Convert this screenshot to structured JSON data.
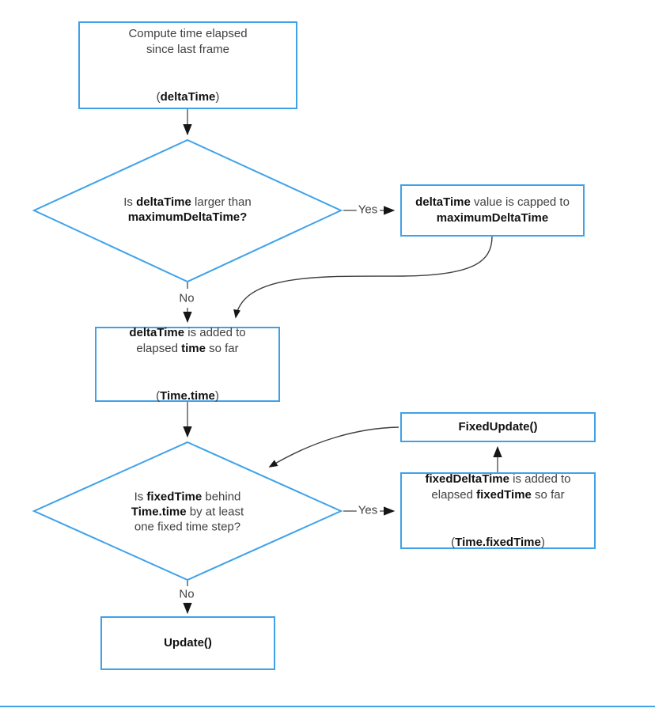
{
  "colors": {
    "accent": "#3fa2e9",
    "connector": "#7a7a7a",
    "curve": "#3f3f3f",
    "arrowhead": "#161616",
    "text": "#414042",
    "bold": "#111111",
    "label": "#414042",
    "background": "#ffffff"
  },
  "labels": {
    "yes1": "Yes",
    "no1": "No",
    "yes2": "Yes",
    "no2": "No"
  },
  "nodes": {
    "compute": {
      "lines": [
        [
          {
            "t": "Compute time elapsed"
          }
        ],
        [
          {
            "t": "since last frame"
          }
        ],
        [],
        [
          {
            "t": "("
          },
          {
            "t": "deltaTime",
            "b": 1
          },
          {
            "t": ")"
          }
        ]
      ]
    },
    "decision1": {
      "lines": [
        [
          {
            "t": "Is "
          },
          {
            "t": "deltaTime",
            "b": 1
          },
          {
            "t": " larger than"
          }
        ],
        [
          {
            "t": "maximumDeltaTime?",
            "b": 1
          }
        ]
      ]
    },
    "capped": {
      "lines": [
        [
          {
            "t": "deltaTime",
            "b": 1
          },
          {
            "t": " value is capped to"
          }
        ],
        [
          {
            "t": "maximumDeltaTime",
            "b": 1
          }
        ]
      ]
    },
    "addTime": {
      "lines": [
        [
          {
            "t": "deltaTime",
            "b": 1
          },
          {
            "t": " is added to"
          }
        ],
        [
          {
            "t": "elapsed "
          },
          {
            "t": "time",
            "b": 1
          },
          {
            "t": " so far"
          }
        ],
        [],
        [
          {
            "t": "("
          },
          {
            "t": "Time.time",
            "b": 1
          },
          {
            "t": ")"
          }
        ]
      ]
    },
    "decision2": {
      "lines": [
        [
          {
            "t": "Is "
          },
          {
            "t": "fixedTime",
            "b": 1
          },
          {
            "t": " behind"
          }
        ],
        [
          {
            "t": "Time.time",
            "b": 1
          },
          {
            "t": " by at least"
          }
        ],
        [
          {
            "t": "one fixed time step?"
          }
        ]
      ]
    },
    "fixedUpdate": {
      "lines": [
        [
          {
            "t": "FixedUpdate()",
            "b": 1
          }
        ]
      ]
    },
    "addFixedTime": {
      "lines": [
        [
          {
            "t": "fixedDeltaTime",
            "b": 1
          },
          {
            "t": " is added to"
          }
        ],
        [
          {
            "t": "elapsed "
          },
          {
            "t": "fixedTime",
            "b": 1
          },
          {
            "t": " so far"
          }
        ],
        [],
        [
          {
            "t": "("
          },
          {
            "t": "Time.fixedTime",
            "b": 1
          },
          {
            "t": ")"
          }
        ]
      ]
    },
    "update": {
      "lines": [
        [
          {
            "t": "Update()",
            "b": 1
          }
        ]
      ]
    }
  }
}
